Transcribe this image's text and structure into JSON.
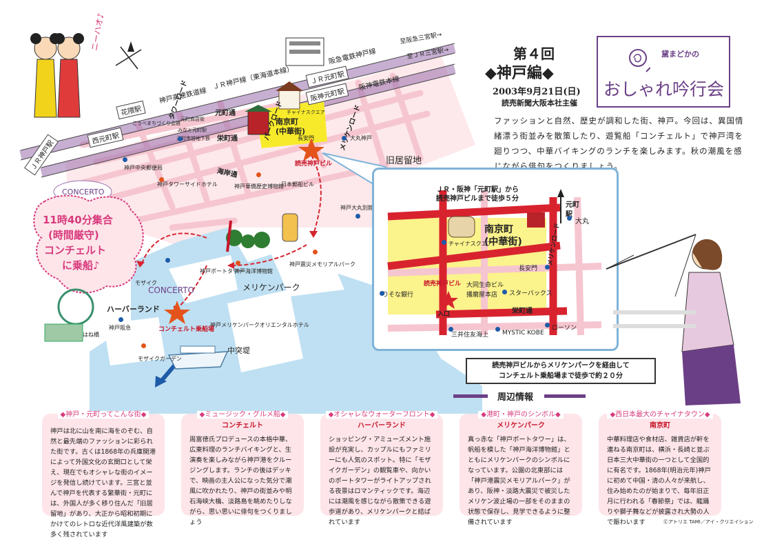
{
  "header": {
    "issue": "第４回",
    "edition": "◆神戸編◆",
    "date": "2003年9月21日(日)",
    "sponsor": "読売新聞大阪本社主催",
    "logo_small": "黛まどかの",
    "logo_main": "おしゃれ吟行会"
  },
  "intro": "ファッションと自然、歴史が調和した街、神戸。今回は、異国情緒漂う街並みを散策したり、遊覧船「コンチェルト」で神戸湾を廻りつつ、中華バイキングのランチを楽しみます。秋の潮風を感じながら俳句をつくりましょう。",
  "greeting": "ニーハオ♪",
  "map": {
    "railways": {
      "hankyu": "阪急電鉄神戸線",
      "jr": "ＪＲ神戸線（東海道本線）",
      "hanshin": "阪神電鉄本線",
      "hanshin_motomachi": "阪神元町駅",
      "jr_motomachi": "ＪＲ元町駅",
      "kobe_highway": "神戸高速鉄道線",
      "jr_kobe_station": "ＪＲ神戸駅",
      "hanakuma": "花隈駅",
      "nishi_motomachi": "西元町駅",
      "sannomiya1": "至阪急三宮駅→",
      "sannomiya2": "至ＪＲ三宮駅→"
    },
    "streets": {
      "motomachi_dori": "元町通",
      "eirakucho_dori": "栄町通",
      "kaigan_dori": "海岸通",
      "tower_road": "タワーロード",
      "park_road": "パークロード",
      "meriken_road": "メリケンロード",
      "nankinmachi": "南京町",
      "nankinmachi_sub": "(中華街)",
      "kyukyoryuchi": "旧居留地",
      "meriken_park": "メリケンパーク",
      "nakatottei": "中突堤"
    },
    "places": [
      "こうべまちづくり会館",
      "元町商店街",
      "みなと元町駅",
      "元町市営地下鉄",
      "チャイナスクエア",
      "長安門",
      "大丸神戸",
      "神戸中央郵便局",
      "神戸タワーサイドホテル",
      "神戸華僑歴史博物館",
      "日本郵船ビル",
      "神戸大丸別館",
      "神戸ポートタワー",
      "神戸海洋博物館",
      "神戸震災メモリアルパーク",
      "モザイク",
      "ハーバーランド",
      "神戸阪急",
      "はね橋",
      "モザイクガーデン",
      "神戸メリケンパークオリエンタルホテル"
    ],
    "start_label": "読売神戸ビル",
    "concert_label": "コンチェルト乗船場",
    "concerto_logo": "CONCERTO",
    "meeting": [
      "11時40分集合",
      "(時間厳守)",
      "コンチェルト",
      "に乗船♪"
    ]
  },
  "inset": {
    "heading": [
      "ＪＲ・阪神「元町駅」から",
      "読売神戸ビルまで徒歩５分"
    ],
    "motomachi": [
      "元町",
      "駅"
    ],
    "nankinmachi": [
      "南京町",
      "(中華街)"
    ],
    "meriken_road": "メリケンロード",
    "daimaru": "大丸",
    "china_square": "チャイナスクエア",
    "choanmon": "長安門",
    "yomiuri": "読売神戸ビル",
    "resona": "りそな銀行",
    "daido": "大同生命ビル",
    "harima": "播磨屋本店",
    "starbucks": "スターバックス",
    "sakaemachi": "栄町通",
    "entrance": "入口",
    "mitsui": "三井住友海上",
    "mystic": "MYSTIC KOBE",
    "lawson": "ローソン"
  },
  "route_note": [
    "読売神戸ビルからメリケンパークを経由して",
    "コンチェルト乗船場まで徒歩で約２０分"
  ],
  "surroundings_title": "周辺情報",
  "panels": [
    {
      "title": "◆神戸・元町ってこんな街◆",
      "subtitle": "",
      "body": "神戸は北に山を南に海をのぞむ、自然と最先端のファッションに彩られた街です。古くは1868年の兵庫開港によって外国文化の玄関口として栄え、現在でもオシャレな街のイメージを発信し続けています。三宮と並んで神戸を代表する繁華街・元町には、外国人が多く移り住んだ「旧居留地」があり、大正から昭和初期にかけてのレトロな近代洋風建築が数多く残されています"
    },
    {
      "title": "◆ミュージック・グルメ船◆",
      "subtitle": "コンチェルト",
      "body": "周富徳氏プロデュースの本格中華、広東料理のランチバイキングと、生演奏を楽しみながら神戸港をクルージングします。ランチの後はデッキで、映画の主人公になった気分で潮風に吹かれたり、神戸の街並みや明石海峡大橋、淡路島を眺めたりしながら、思い思いに俳句をつくりましょう"
    },
    {
      "title": "◆オシャレなウォーターフロント◆",
      "subtitle": "ハーバーランド",
      "body": "ショッピング・アミューズメント施設が充実し、カップルにもファミリーにも人気のスポット。特に「モザイクガーデン」の観覧車や、向かいのポートタワーがライトアップされる夜景はロマンティックです。海辺には潮風を感じながら散策できる遊歩道があり、メリケンパークと結ばれています"
    },
    {
      "title": "◆港町・神戸のシンボル◆",
      "subtitle": "メリケンパーク",
      "body": "真っ赤な「神戸ポートタワー」は、帆船を模した「神戸海洋博物館」とともにメリケンパークのシンボルになっています。公園の北東部には「神戸港震災メモリアルパーク」があり、阪神・淡路大震災で被災したメリケン波止場の一部をそのままの状態で保存し、見学できるように整備されています"
    },
    {
      "title": "◆西日本最大のチャイナタウン◆",
      "subtitle": "南京町",
      "body": "中華料理店や食材店、雑貨店が軒を連ねる南京町は、横浜・長崎と並ぶ日本三大中華街の一つとして全国的に有名です。1868年(明治元年)神戸に初めて中国・清の人々が来航し、住み始めたのが始まりで、毎年旧正月に行われる「春節祭」では、龍踊りや獅子舞などが披露され大勢の人で賑わいます"
    }
  ],
  "copyright": "Ⓒアトリエ TAMI／アイ・クリエイション",
  "colors": {
    "red_road": "#d8232f",
    "yellow": "#f7ea2b",
    "sea": "#bfe0f2",
    "pink_street": "#f6c6d0",
    "panel": "#fde5ea",
    "accent": "#d83a7c",
    "purple": "#6b3f86"
  }
}
